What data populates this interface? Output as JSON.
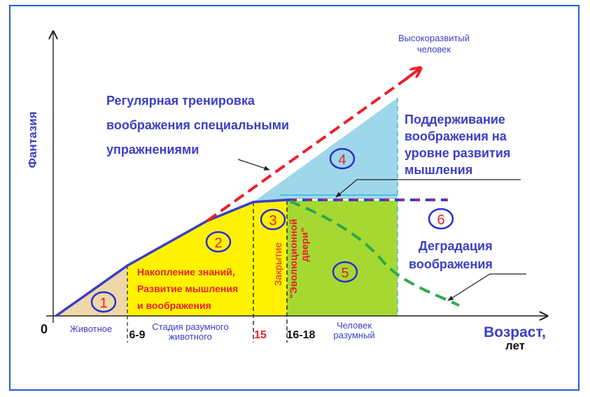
{
  "colors": {
    "frame": "#1e5fd8",
    "axis": "#222222",
    "blue_text": "#3b3fc4",
    "red_text": "#e8202a",
    "region1": "#ecd8a8",
    "region2": "#fff200",
    "region4": "#9ed7ea",
    "region5": "#a6d832",
    "blue_line": "#3a3ccf",
    "red_line": "#e8202a",
    "green_line": "#2fa84f",
    "circle": "#2a2fd0"
  },
  "axes": {
    "y_label": "Фантазия",
    "x_label_line1": "Возраст,",
    "x_label_line2": "лет",
    "origin": "0"
  },
  "ticks": {
    "t1": "6-9",
    "t2": "15",
    "t3": "16-18"
  },
  "stages": {
    "s1": "Животное",
    "s2_line1": "Стадия разумного",
    "s2_line2": "животного",
    "s3_line1": "Человек",
    "s3_line2": "разумный"
  },
  "regions": {
    "r1": "1",
    "r2": "2",
    "r3": "3",
    "r4": "4",
    "r5": "5",
    "r6": "6"
  },
  "labels": {
    "top": {
      "line1": "Высокоразвитый",
      "line2": "человек"
    },
    "training": {
      "line1": "Регулярная тренировка",
      "line2": "воображения специальными",
      "line3": "упражнениями"
    },
    "support": {
      "line1": "Поддерживание",
      "line2": "воображения  на",
      "line3": "уровне развития",
      "line4": "мышления"
    },
    "accum": {
      "line1": "Накопление знаний,",
      "line2": "Развитие мышления",
      "line3": "и воображения"
    },
    "closing": {
      "line1": "Закрытие"
    },
    "evolution": {
      "line1": "\"Эволюционной",
      "line2": "двери\""
    },
    "degradation": {
      "line1": "Деградация",
      "line2": "воображения"
    }
  }
}
